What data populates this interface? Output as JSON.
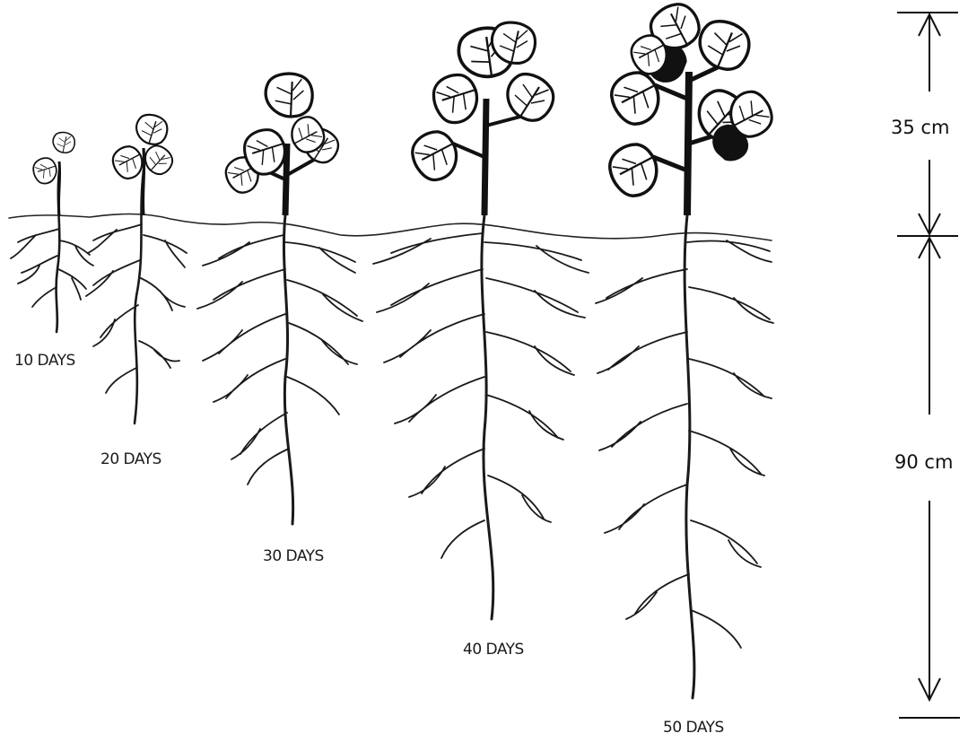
{
  "plants": [
    {
      "label": "10 DAYS"
    },
    {
      "label": "20 DAYS"
    },
    {
      "label": "30 DAYS"
    },
    {
      "label": "40 DAYS"
    },
    {
      "label": "50 DAYS"
    }
  ],
  "dimensions": {
    "shoot": "35 cm",
    "root": "90 cm"
  }
}
